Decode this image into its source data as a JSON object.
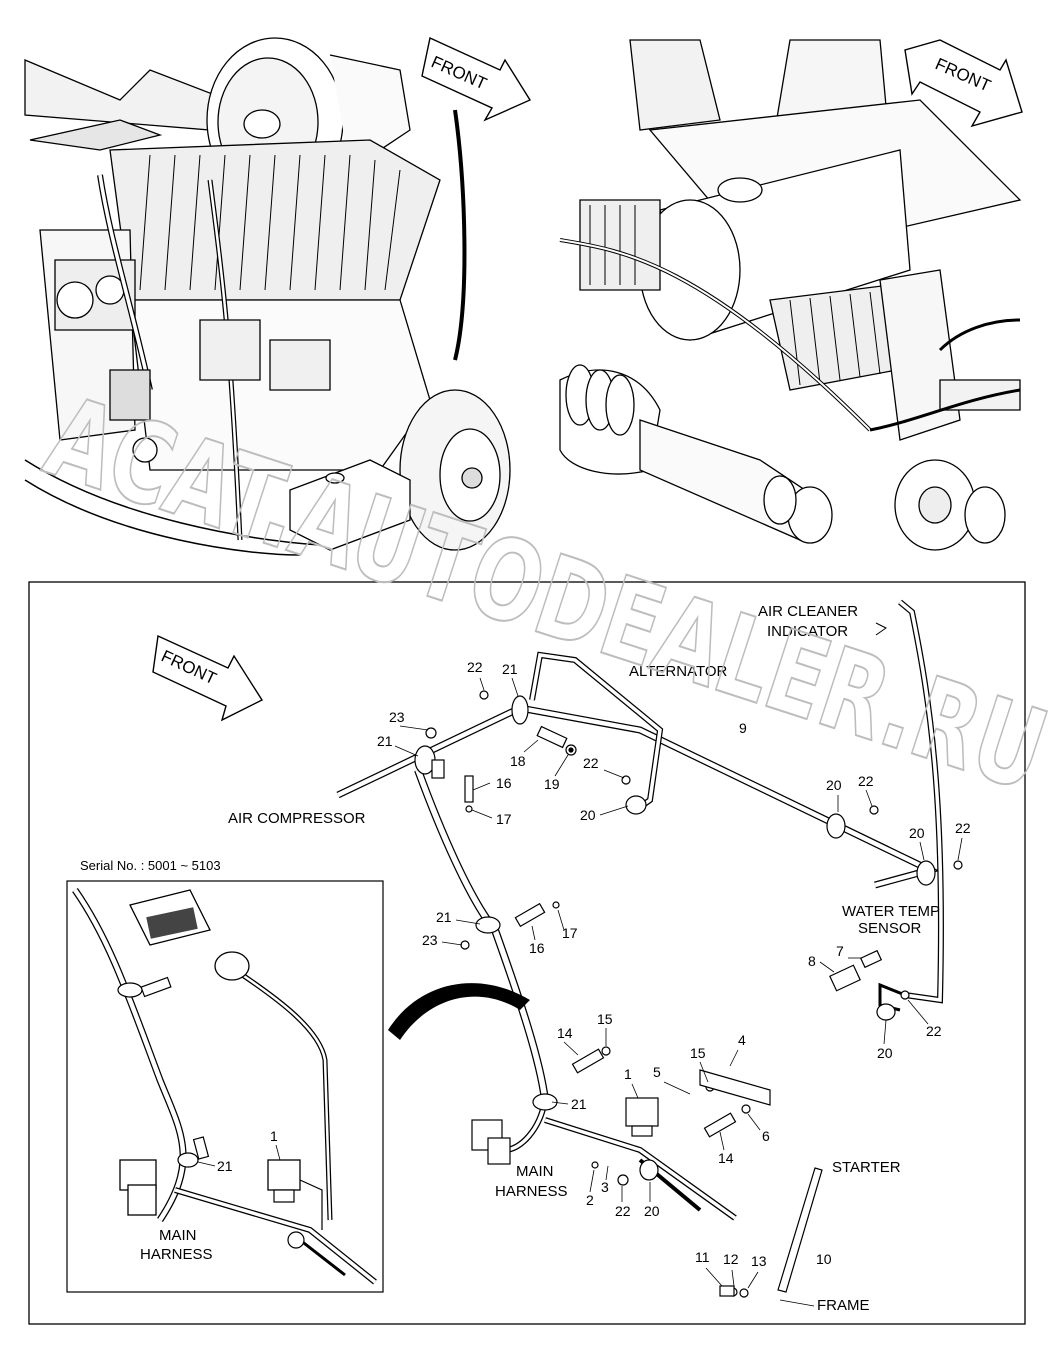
{
  "photos": {
    "left_arrow_label": "FRONT",
    "right_arrow_label": "FRONT"
  },
  "panel": {
    "front_arrow_label": "FRONT",
    "labels": {
      "air_cleaner_line1": "AIR CLEANER",
      "air_cleaner_line2": "INDICATOR",
      "alternator": "ALTERNATOR",
      "air_compressor": "AIR COMPRESSOR",
      "water_temp_line1": "WATER TEMP",
      "water_temp_line2": "SENSOR",
      "main_harness_line1": "MAIN",
      "main_harness_line2": "HARNESS",
      "starter": "STARTER",
      "frame": "FRAME"
    },
    "callouts": [
      "22",
      "21",
      "23",
      "21",
      "18",
      "19",
      "16",
      "17",
      "22",
      "20",
      "9",
      "20",
      "22",
      "20",
      "22",
      "21",
      "23",
      "16",
      "17",
      "8",
      "7",
      "20",
      "22",
      "14",
      "15",
      "4",
      "15",
      "1",
      "5",
      "6",
      "21",
      "14",
      "2",
      "3",
      "22",
      "20",
      "11",
      "12",
      "13",
      "10"
    ]
  },
  "inset": {
    "serial_text": "Serial No. : 5001 ~ 5103",
    "callout_1": "1",
    "callout_21": "21",
    "main_harness_line1": "MAIN",
    "main_harness_line2": "HARNESS"
  },
  "watermark": "ACAT.AUTODEALER.RU"
}
